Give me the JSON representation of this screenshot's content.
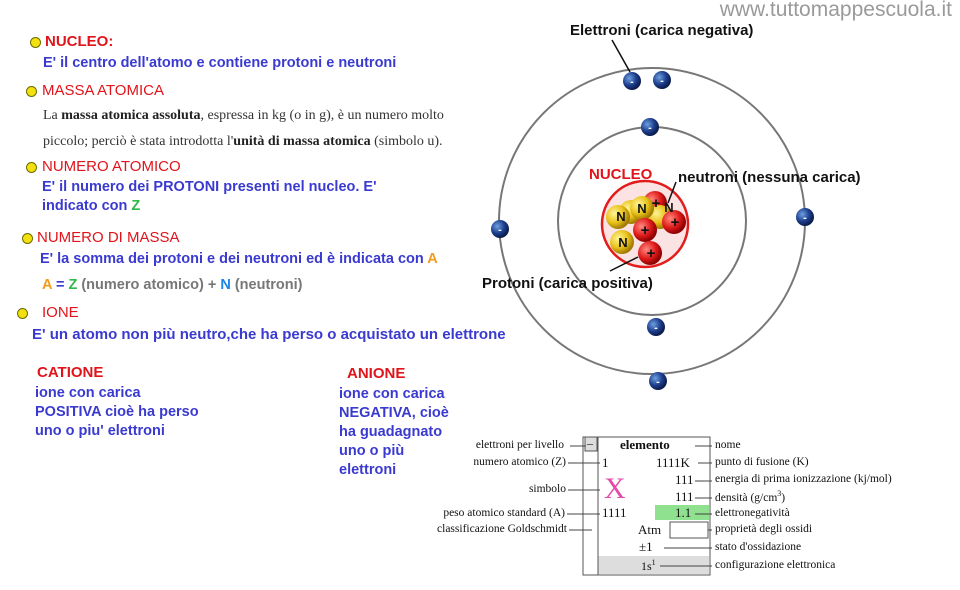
{
  "watermark": "www.tuttomappescuola.it",
  "sections": {
    "nucleo": {
      "title": "NUCLEO:",
      "text": "E' il centro dell'atomo e contiene protoni e neutroni"
    },
    "massa": {
      "title": "MASSA ATOMICA",
      "p1": "La ",
      "b1": "massa atomica assoluta",
      "p2": ", espressa in kg (o in g), è un numero molto",
      "p3": "piccolo; perciò è stata introdotta l'",
      "b2": "unità di massa atomica",
      "p4": " (simbolo u)."
    },
    "numero_atomico": {
      "title": "NUMERO ATOMICO",
      "line1": "E' il numero dei PROTONI presenti nel nucleo. E'",
      "line2a": "indicato con ",
      "line2b": "Z"
    },
    "numero_massa": {
      "title": "NUMERO DI MASSA",
      "line1a": "E' la somma dei protoni e dei neutroni ed è indicata con ",
      "line1b": "A",
      "f_a": "A",
      "f_eq": " = ",
      "f_z": "Z",
      "f_za": " (numero atomico) + ",
      "f_n": "N",
      "f_na": " (neutroni)"
    },
    "ione": {
      "title": "IONE",
      "text": "E' un atomo non più neutro,che ha perso o acquistato un elettrone"
    },
    "catione": {
      "title": "CATIONE",
      "line1": "ione con carica",
      "line2": "POSITIVA cioè ha perso",
      "line3": "uno o piu' elettroni"
    },
    "anione": {
      "title": "ANIONE",
      "line1": "ione con carica",
      "line2": "NEGATIVA, cioè",
      "line3": "ha guadagnato",
      "line4": "uno o più",
      "line5": "elettroni"
    }
  },
  "atom": {
    "elettroni_label": "Elettroni",
    "elettroni_suffix": " (carica negativa)",
    "nucleo_label": "NUCLEO",
    "neutroni_label": "neutroni (nessuna carica)",
    "protoni_label": "Protoni (carica positiva)",
    "neutron_symbol": "N",
    "proton_symbol": "+",
    "electron_symbol": "-"
  },
  "card": {
    "left_labels": {
      "elettroni": "elettroni per livello",
      "numero_atomico": "numero atomico (Z)",
      "simbolo": "simbolo",
      "peso": "peso atomico standard (A)",
      "goldschmidt": "classificazione Goldschmidt"
    },
    "right_labels": {
      "nome": "nome",
      "fusione": "punto di fusione (K)",
      "ionizzazione": "energia di prima ionizzazione (kj/mol)",
      "densita": "densità (g/cm",
      "densita_sup": "3",
      "densita_end": ")",
      "elettroneg": "elettronegatività",
      "ossidi": "proprietà degli ossidi",
      "ossidazione": "stato d'ossidazione",
      "configurazione": "configurazione elettronica"
    },
    "cells": {
      "minus": "–",
      "elemento": "elemento",
      "z": "1",
      "fusion": "1111K",
      "ion": "111",
      "dens": "111",
      "symbol": "X",
      "peso": "1111",
      "elneg": "1.1",
      "atm": "Atm",
      "ox": "±1",
      "conf": "1s",
      "conf_sup": "1"
    },
    "colors": {
      "symbol": "#e64aa8",
      "elneg_bg": "#8fe08f"
    }
  }
}
